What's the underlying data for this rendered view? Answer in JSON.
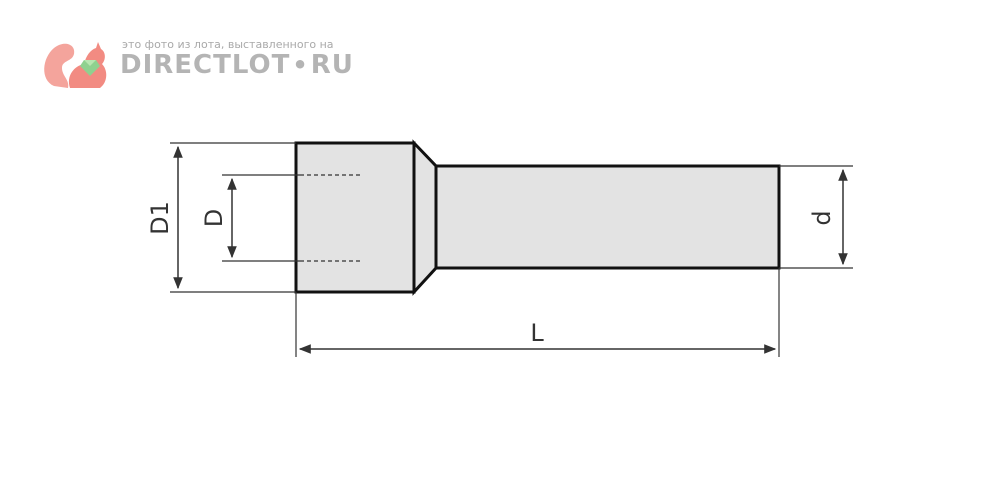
{
  "watermark": {
    "caption": "это фото из лота, выставленного на",
    "brand_left": "DIRECTLOT",
    "brand_dot": "•",
    "brand_right": "RU",
    "logo_icon": "squirrel-with-gem-icon",
    "logo_color": "#f28b82",
    "gem_color": "#8fd18f"
  },
  "diagram": {
    "labels": {
      "d1": "D1",
      "d_inner": "D",
      "d_small": "d",
      "length": "L"
    },
    "colors": {
      "fill": "#e3e3e3",
      "outline": "#111111",
      "dimension": "#333333"
    }
  }
}
